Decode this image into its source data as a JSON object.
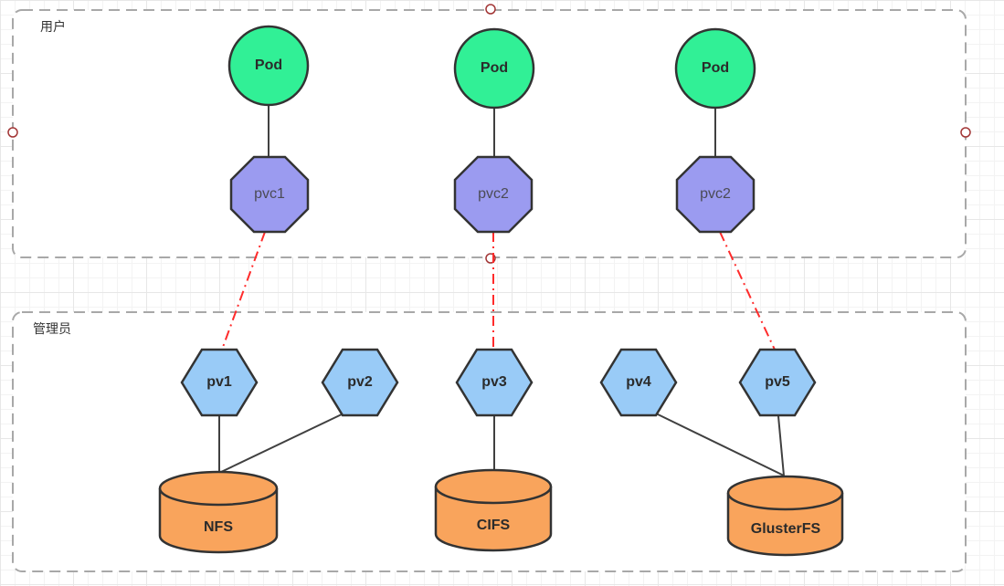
{
  "canvas": {
    "containers": [
      {
        "id": "user",
        "label": "用户"
      },
      {
        "id": "admin",
        "label": "管理员"
      }
    ],
    "nodes": {
      "pods": [
        {
          "label": "Pod"
        },
        {
          "label": "Pod"
        },
        {
          "label": "Pod"
        }
      ],
      "pvcs": [
        {
          "label": "pvc1"
        },
        {
          "label": "pvc2"
        },
        {
          "label": "pvc2"
        }
      ],
      "pvs": [
        {
          "label": "pv1"
        },
        {
          "label": "pv2"
        },
        {
          "label": "pv3"
        },
        {
          "label": "pv4"
        },
        {
          "label": "pv5"
        }
      ],
      "storage": [
        {
          "label": "NFS"
        },
        {
          "label": "CIFS"
        },
        {
          "label": "GlusterFS"
        }
      ]
    },
    "edges": [
      {
        "from": "Pod-1",
        "to": "pvc1",
        "style": "solid"
      },
      {
        "from": "Pod-2",
        "to": "pvc2",
        "style": "solid"
      },
      {
        "from": "Pod-3",
        "to": "pvc2-right",
        "style": "solid"
      },
      {
        "from": "pvc1",
        "to": "pv1",
        "style": "red-dashdot"
      },
      {
        "from": "pvc2",
        "to": "pv3",
        "style": "red-dashdot"
      },
      {
        "from": "pvc2-right",
        "to": "pv5",
        "style": "red-dashdot"
      },
      {
        "from": "pv1",
        "to": "NFS",
        "style": "solid"
      },
      {
        "from": "pv2",
        "to": "NFS",
        "style": "solid"
      },
      {
        "from": "pv3",
        "to": "CIFS",
        "style": "solid"
      },
      {
        "from": "pv4",
        "to": "GlusterFS",
        "style": "solid"
      },
      {
        "from": "pv5",
        "to": "GlusterFS",
        "style": "solid"
      }
    ],
    "colors": {
      "pod_fill": "#31f096",
      "pvc_fill": "#9b9bf0",
      "pv_fill": "#99cbf7",
      "storage_fill": "#f9a45c",
      "node_stroke": "#333333",
      "edge_solid": "#404040",
      "edge_claim_red": "#ff2b2b",
      "container_stroke": "#a8a8a8",
      "anchor_stroke": "#a23535",
      "grid_line": "#e7e7e7"
    }
  }
}
